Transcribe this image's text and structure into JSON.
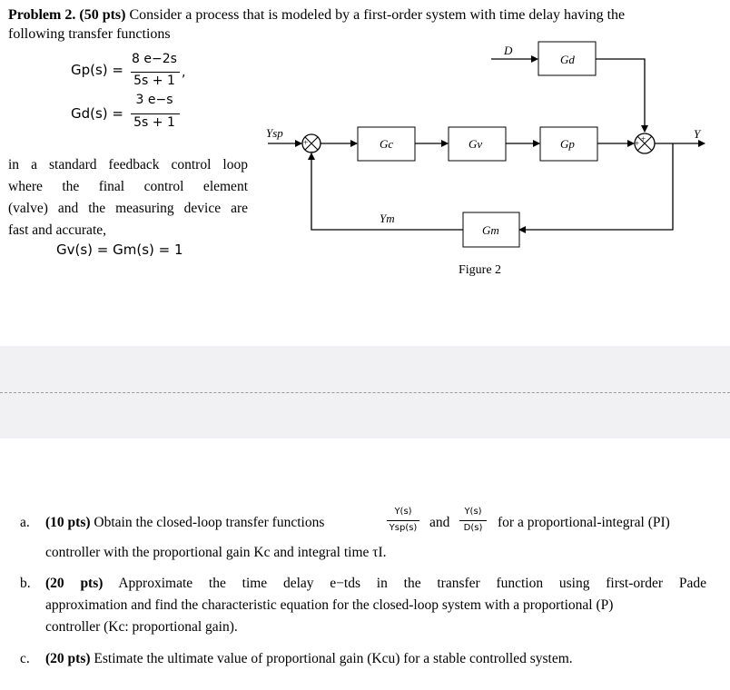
{
  "problem": {
    "heading": "Problem 2. (50 pts)",
    "intro_line1": "Consider a process that is modeled by a first-order system with time delay having the",
    "intro_line2": "following transfer functions"
  },
  "equations": {
    "gp_lhs": "Gp(s) =",
    "gp_num": "8 e−2s",
    "gp_den": "5s + 1",
    "gp_tail": ",",
    "gd_lhs": "Gd(s) =",
    "gd_num": "3 e−s",
    "gd_den": "5s + 1",
    "gv_eq": "Gv(s) = Gm(s) = 1"
  },
  "description": {
    "line1": "in a standard feedback control loop",
    "line2": "where the final control element",
    "line3": "(valve) and the measuring device are",
    "line4": "fast and accurate,"
  },
  "diagram": {
    "caption": "Figure 2",
    "label_ysp": "Ysp",
    "label_d": "D",
    "label_y": "Y",
    "label_ym": "Ym",
    "block_gc": "Gc",
    "block_gv": "Gv",
    "block_gp": "Gp",
    "block_gd": "Gd",
    "block_gm": "Gm",
    "sum1_plus": "+",
    "sum1_minus": "−",
    "sum2_plus_top": "+",
    "sum2_plus_left": "+"
  },
  "questions": {
    "a_marker": "a.",
    "a_pts": "(10 pts)",
    "a_text1": "Obtain the closed-loop transfer functions",
    "a_frac1_num": "Y(s)",
    "a_frac1_den": "Ysp(s)",
    "a_and": "and",
    "a_frac2_num": "Y(s)",
    "a_frac2_den": "D(s)",
    "a_text2": "for a proportional-integral (PI)",
    "a_text3": "controller with the proportional gain Kc and integral time τI.",
    "b_marker": "b.",
    "b_pts": "(20 pts)",
    "b_text1": "Approximate the time delay e−tds in the transfer function using first-order Pade",
    "b_text2": "approximation and find the characteristic equation for the closed-loop system with a proportional (P)",
    "b_text3": "controller (Kc: proportional gain).",
    "c_marker": "c.",
    "c_pts": "(20 pts)",
    "c_text1": "Estimate the ultimate value of proportional gain (Kcu) for a stable controlled system."
  }
}
